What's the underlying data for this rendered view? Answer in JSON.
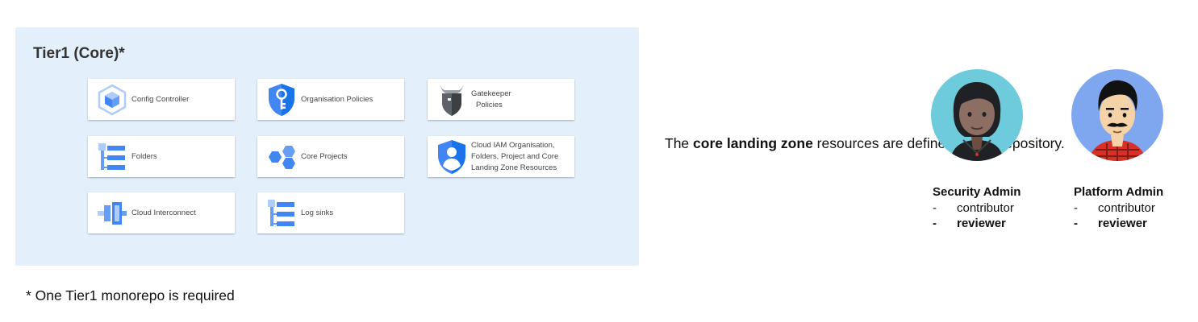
{
  "panel": {
    "title": "Tier1 (Core)*",
    "cards": [
      {
        "lines": [
          "Config Controller"
        ],
        "icon": "config-controller-icon"
      },
      {
        "lines": [
          "Organisation Policies"
        ],
        "icon": "shield-key-icon"
      },
      {
        "lines": [
          "Gatekeeper",
          "Policies"
        ],
        "icon": "gatekeeper-icon"
      },
      {
        "lines": [
          "Folders"
        ],
        "icon": "folders-icon"
      },
      {
        "lines": [
          "Core Projects"
        ],
        "icon": "hexagons-icon"
      },
      {
        "lines": [
          "Cloud IAM  Organisation,",
          "Folders, Project and Core",
          "Landing Zone Resources"
        ],
        "icon": "shield-user-icon"
      },
      {
        "lines": [
          "Cloud Interconnect"
        ],
        "icon": "interconnect-icon"
      },
      {
        "lines": [
          "Log sinks"
        ],
        "icon": "log-sinks-icon"
      }
    ]
  },
  "description": {
    "prefix": "The ",
    "bold": "core landing zone",
    "suffix": " resources are defined in that repository."
  },
  "roles": [
    {
      "title": "Security Admin",
      "items": [
        {
          "dash": "-",
          "text": "contributor"
        },
        {
          "dash": "-",
          "text": "reviewer"
        }
      ]
    },
    {
      "title": "Platform Admin",
      "items": [
        {
          "dash": "-",
          "text": "contributor"
        },
        {
          "dash": "-",
          "text": "reviewer"
        }
      ]
    }
  ],
  "footnote": "* One Tier1 monorepo is required",
  "colors": {
    "panel_bg": "#e3f0fb",
    "icon_blue": "#4285f4",
    "icon_light": "#aecbfa",
    "avatar1_bg": "#6dcbdb",
    "avatar2_bg": "#7fa7f0"
  }
}
